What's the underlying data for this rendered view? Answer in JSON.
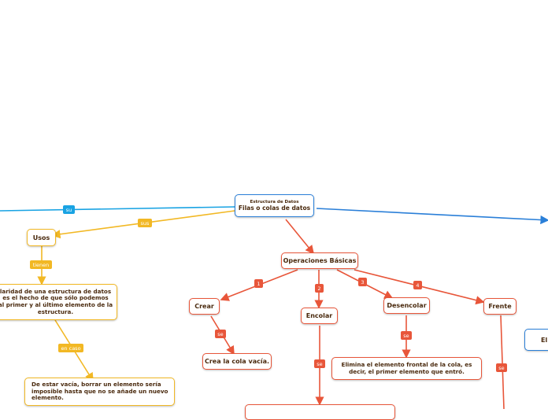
{
  "root": {
    "subtitle": "Estructura de Datos",
    "title": "Filas o colas de datos"
  },
  "edge_labels": {
    "su": "su",
    "sus": "sus",
    "tienen": "tienen",
    "en_caso": "en caso",
    "op1": "1",
    "op2": "2",
    "op3": "3",
    "op4": "4",
    "se_crear": "se",
    "se_encolar": "se",
    "se_desencolar": "se",
    "se_frente": "se"
  },
  "nodes": {
    "usos": "Usos",
    "particularidad": "laridad de una estructura de datos\nes el hecho de que sólo podemos\nal primer y al último elemento de la\nestructura.",
    "vacia": "De estar vacía, borrar un elemento sería\nimposible hasta que no se añade un nuevo\nelemento.",
    "operaciones": "Operaciones Básicas",
    "crear": "Crear",
    "crear_desc": "Crea la cola vacía.",
    "encolar": "Encolar",
    "desencolar": "Desencolar",
    "desencolar_desc": "Elimina el elemento frontal de la cola, es\ndecir, el primer elemento que entró.",
    "frente": "Frente",
    "right_partial": "El"
  },
  "colors": {
    "red": "#e8563a",
    "yellow": "#f2b824",
    "blue": "#2a7fd8",
    "cyan": "#19a3e3",
    "text": "#4a2a0e"
  }
}
